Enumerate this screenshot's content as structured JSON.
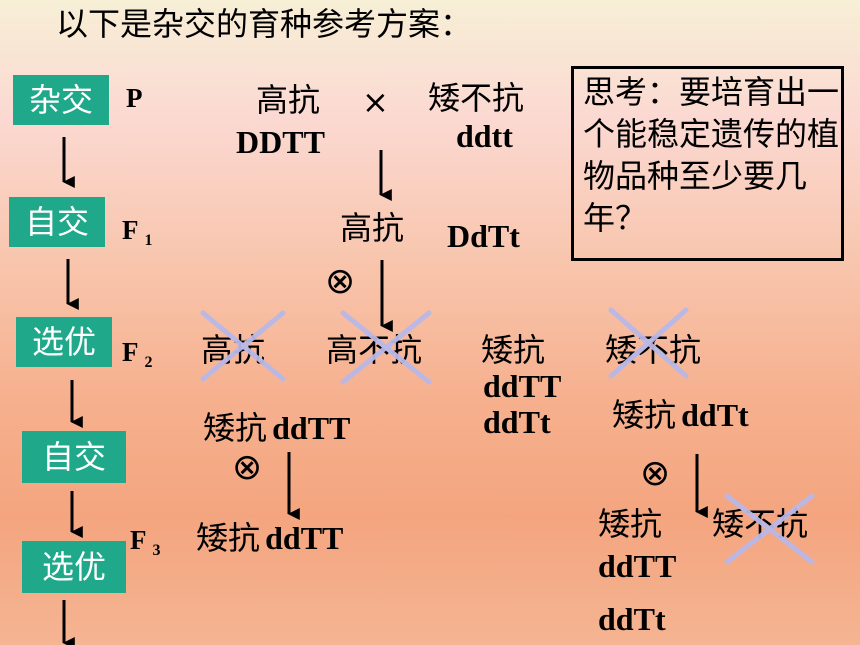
{
  "title": "以下是杂交的育种参考方案：",
  "steps": [
    "杂交",
    "自交",
    "选优",
    "自交",
    "选优"
  ],
  "generations": {
    "p": "P",
    "f1": "F",
    "f1_sub": "1",
    "f2": "F",
    "f2_sub": "2",
    "f3": "F",
    "f3_sub": "3"
  },
  "cross": {
    "parent1": "高抗",
    "parent1_genotype": "DDTT",
    "symbol": "×",
    "parent2": "矮不抗",
    "parent2_genotype": "ddtt"
  },
  "f1": {
    "phenotype": "高抗",
    "genotype": "DdTt"
  },
  "selfing_symbol": "⊗",
  "f2": {
    "phenotypes": [
      "高抗",
      "高不抗",
      "矮抗",
      "矮不抗"
    ],
    "selected_genotypes": [
      "ddTT",
      "ddTt"
    ],
    "branch_left": {
      "phenotype": "矮抗",
      "genotype": "ddTT"
    },
    "branch_right": {
      "phenotype": "矮抗",
      "genotype": "ddTt"
    }
  },
  "f3": {
    "left": {
      "phenotype": "矮抗",
      "genotype": "ddTT"
    },
    "right": {
      "phenotype": "矮抗",
      "other_phenotype": "矮不抗",
      "genotypes": [
        "ddTT",
        "ddTt"
      ]
    }
  },
  "think": "思考：要培育出一个能稳定遗传的植物品种至少要几年？",
  "colors": {
    "step_box": "#1fa88a",
    "cross_mark": "#b8b8e8"
  }
}
